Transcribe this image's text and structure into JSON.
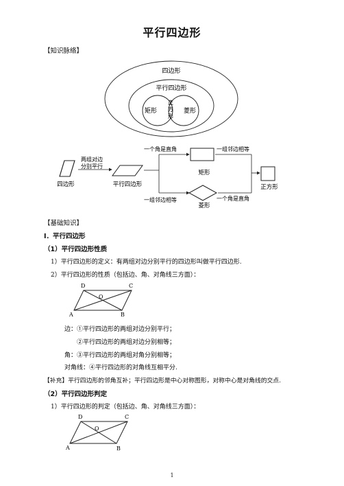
{
  "title": "平行四边形",
  "sections": {
    "knowledge_map": "【知识脉络】",
    "basic_knowledge": "【基础知识】"
  },
  "venn": {
    "outer": "四边形",
    "middle": "平行四边形",
    "left": "矩形",
    "right": "菱形",
    "center": [
      "正",
      "方",
      "形"
    ]
  },
  "flow": {
    "quad": "四边形",
    "cond1": [
      "两组对边",
      "分别平行"
    ],
    "parallelogram": "平行四边形",
    "top_condition": "一个角是直角",
    "rect": "矩形",
    "rect_condition": "一组邻边相等",
    "square": "正方形",
    "bottom_condition": "一组邻边相等",
    "rhombus": "菱形",
    "rhombus_condition": "一个角是直角"
  },
  "heading_I": "Ⅰ．平行四边形",
  "sub1": "（1）平行四边形性质",
  "def": "1）平行四边形的定义：有两组对边分别平行的四边形叫做平行四边形.",
  "prop_intro": "2）平行四边形的性质（包括边、角、对角线三方面）：",
  "fig_labels": {
    "D": "D",
    "C": "C",
    "O": "O",
    "A": "A",
    "B": "B"
  },
  "properties": [
    "边：①平行四边形的两组对边分别平行；",
    "②平行四边形的两组对边分别相等；",
    "角：③平行四边形的两组对角分别相等；",
    "对角线：④平行四边形的对角线互相平分."
  ],
  "supplement": "【补充】平行四边形的邻角互补；平行四边形是中心对称图形，对称中心是对角线的交点.",
  "sub2": "（2）平行四边形判定",
  "judge_intro": "1）平行四边形的判定（包括边、角、对角线三方面）：",
  "page_number": "1"
}
